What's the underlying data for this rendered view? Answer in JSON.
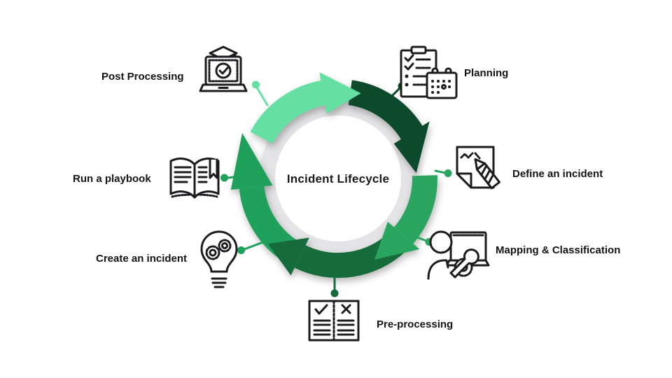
{
  "diagram": {
    "title": "Incident Lifecycle",
    "stages": [
      {
        "label": "Post Processing",
        "icon": "laptop-graduation-check-icon",
        "accent": "#66E0A2"
      },
      {
        "label": "Planning",
        "icon": "checklist-calendar-icon",
        "accent": "#0C4A2B"
      },
      {
        "label": "Define an incident",
        "icon": "paper-pen-icon",
        "accent": "#2AA55F"
      },
      {
        "label": "Mapping & Classification",
        "icon": "person-screen-wrench-icon",
        "accent": "#2AA55F"
      },
      {
        "label": "Pre-processing",
        "icon": "check-cross-list-icon",
        "accent": "#156B3A"
      },
      {
        "label": "Create an incident",
        "icon": "lightbulb-gears-icon",
        "accent": "#1FA15C"
      },
      {
        "label": "Run a playbook",
        "icon": "open-book-icon",
        "accent": "#1FA15C"
      }
    ],
    "segments": [
      {
        "name": "mint-arc",
        "color": "#66E0A2"
      },
      {
        "name": "dark-green-arc",
        "color": "#0C4A2B"
      },
      {
        "name": "green-arc",
        "color": "#2AA55F"
      },
      {
        "name": "forest-green-arc",
        "color": "#156B3A"
      },
      {
        "name": "left-green-arc",
        "color": "#1FA15C"
      }
    ],
    "colors": {
      "ring_gray": "#E4E4E6",
      "center_background": "#FFFFFF",
      "text": "#141414",
      "icon_stroke": "#1C1C1E"
    }
  }
}
